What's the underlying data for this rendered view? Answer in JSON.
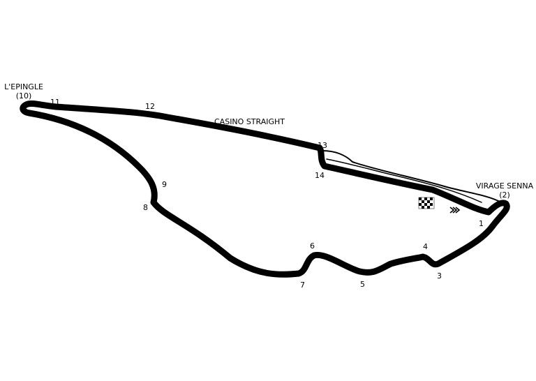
{
  "map": {
    "colors": {
      "track": "#000000",
      "pitlane": "#000000",
      "background": "#ffffff"
    },
    "labels": {
      "epingle_name": "L'EPINGLE",
      "epingle_num": "(10)",
      "senna_name": "VIRAGE SENNA",
      "senna_num": "(2)",
      "casino": "CASINO STRAIGHT"
    },
    "turns": {
      "t1": "1",
      "t3": "3",
      "t4": "4",
      "t5": "5",
      "t6": "6",
      "t7": "7",
      "t8": "8",
      "t9": "9",
      "t11": "11",
      "t12": "12",
      "t13": "13",
      "t14": "14"
    },
    "icons": {
      "start_finish": "checkered-flag-icon",
      "direction": "direction-chevrons-icon"
    }
  }
}
